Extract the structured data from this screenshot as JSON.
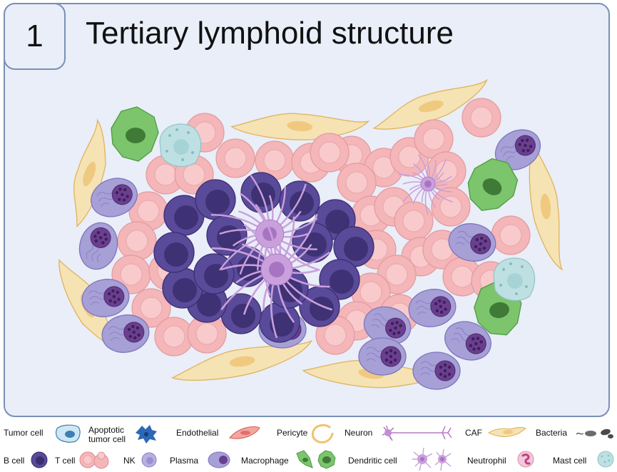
{
  "panel": {
    "number": "1",
    "title": "Tertiary lymphoid structure"
  },
  "colors": {
    "panel_bg": "#e9eef8",
    "panel_border": "#7b8fb6",
    "t_cell": "#f4b6b8",
    "b_cell": "#5a4a9a",
    "dendritic_cell": "#c9a0dc",
    "caf": "#f6e3b4",
    "macrophage": "#7cc56c",
    "plasma": "#a6a0d6",
    "mast_cell": "#bfe0e2"
  },
  "legend": {
    "row1": [
      {
        "label": "Tumor cell",
        "icon": "tumor-cell-icon"
      },
      {
        "label": "Apoptotic\ntumor cell",
        "icon": "apoptotic-tumor-cell-icon"
      },
      {
        "label": "Endothelial",
        "icon": "endothelial-icon"
      },
      {
        "label": "Pericyte",
        "icon": "pericyte-icon"
      },
      {
        "label": "Neuron",
        "icon": "neuron-icon"
      },
      {
        "label": "CAF",
        "icon": "caf-icon"
      },
      {
        "label": "Bacteria",
        "icon": "bacteria-icon"
      }
    ],
    "row2": [
      {
        "label": "B cell",
        "icon": "b-cell-icon"
      },
      {
        "label": "T cell",
        "icon": "t-cell-icon"
      },
      {
        "label": "NK",
        "icon": "nk-icon"
      },
      {
        "label": "Plasma",
        "icon": "plasma-icon"
      },
      {
        "label": "Macrophage",
        "icon": "macrophage-icon"
      },
      {
        "label": "Dendritic cell",
        "icon": "dendritic-cell-icon"
      },
      {
        "label": "Neutrophil",
        "icon": "neutrophil-icon"
      },
      {
        "label": "Mast cell",
        "icon": "mast-cell-icon"
      }
    ]
  }
}
